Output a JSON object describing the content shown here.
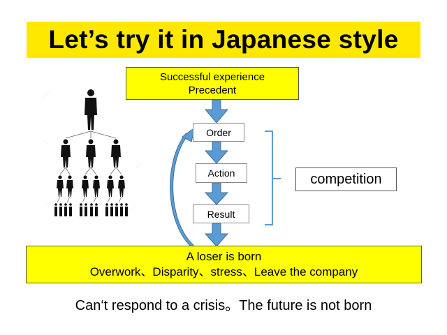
{
  "title": "Let’s try it in Japanese style",
  "top_box": {
    "line1": "Successful experience",
    "line2": "Precedent"
  },
  "steps": [
    "Order",
    "Action",
    "Result"
  ],
  "competition_label": "competition",
  "bottom_box": {
    "line1": "A loser is born",
    "line2": "Overwork、Disparity、stress、Leave the company"
  },
  "footer": "Can‘t respond to a crisis。The future is not born",
  "colors": {
    "banner": "#ffe800",
    "box_yellow": "#ffff00",
    "arrow_blue": "#5b9bd5",
    "arrow_stroke": "#41719c"
  },
  "icons": [
    "org-hierarchy-people-icon"
  ]
}
